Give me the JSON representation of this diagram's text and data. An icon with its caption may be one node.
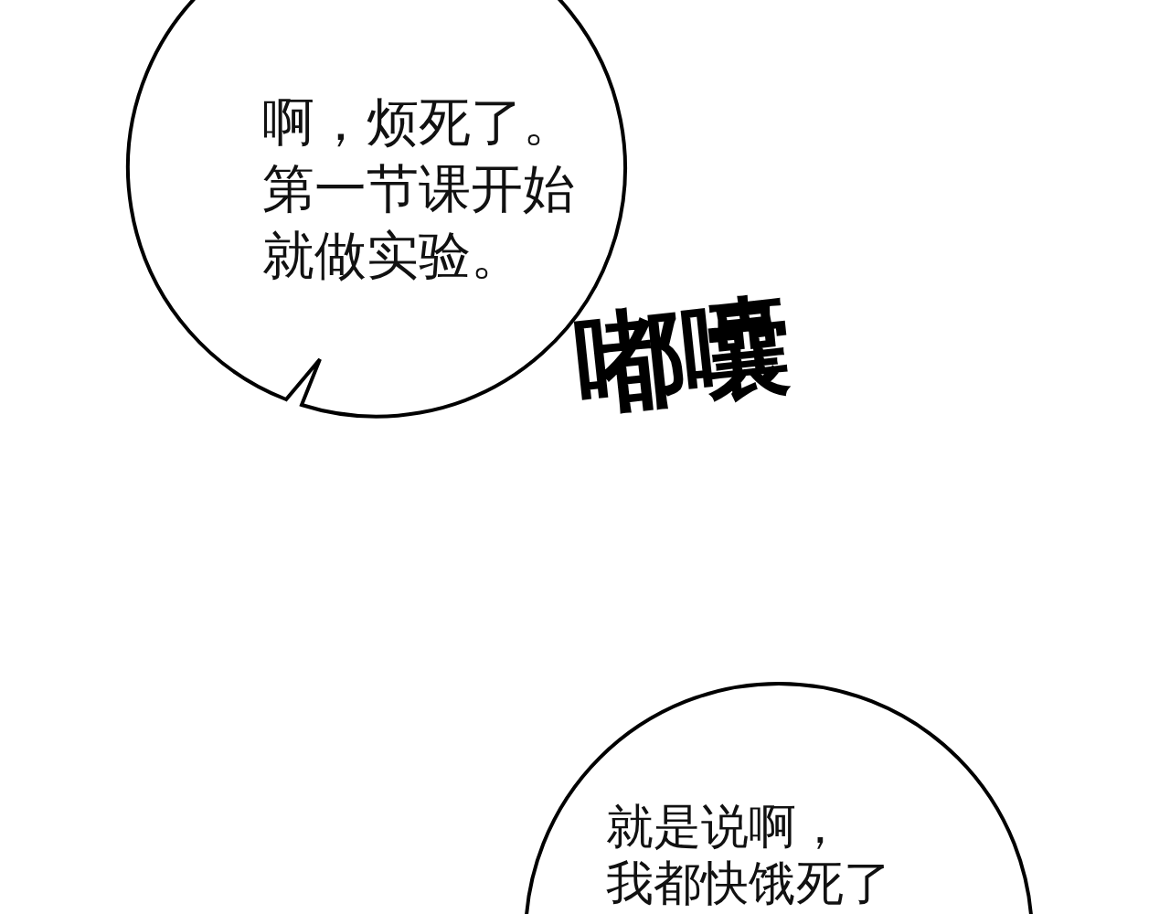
{
  "diagram": {
    "nodes": [
      {
        "text": [
          "啊，烦死了。第一节课开始就做实验。"
        ]
      },
      {
        "text": [
          "就是说啊，我都快饿死了"
        ]
      }
    ],
    "labels": [
      "嘟囔"
    ]
  }
}
